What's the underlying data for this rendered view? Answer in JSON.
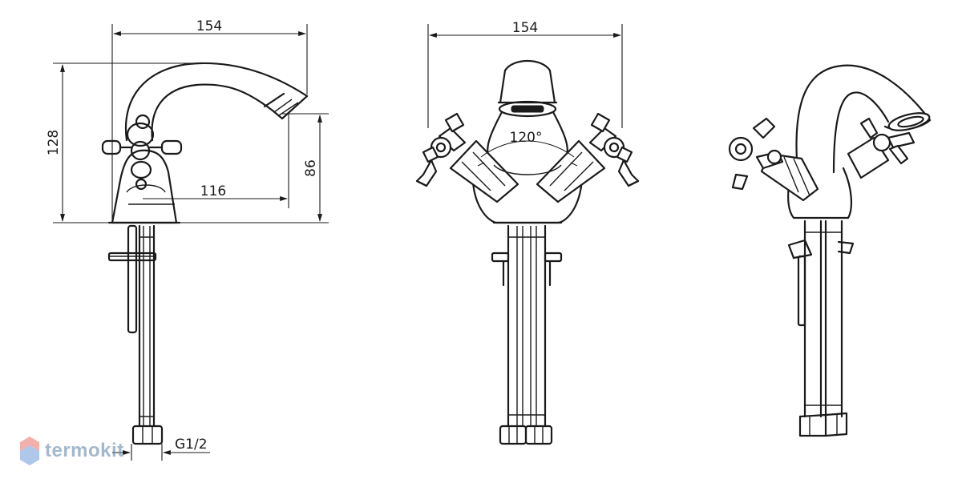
{
  "dimensions": {
    "side_width": "154",
    "side_height": "128",
    "spout_height": "86",
    "spout_reach": "116",
    "thread": "G1/2",
    "front_width": "154",
    "handle_angle": "120°"
  },
  "watermark": {
    "brand": "termokit",
    "colors": {
      "top": "#e8716b",
      "bottom": "#6f9ad6"
    }
  },
  "icons": [
    "logo-hexagon-icon"
  ]
}
